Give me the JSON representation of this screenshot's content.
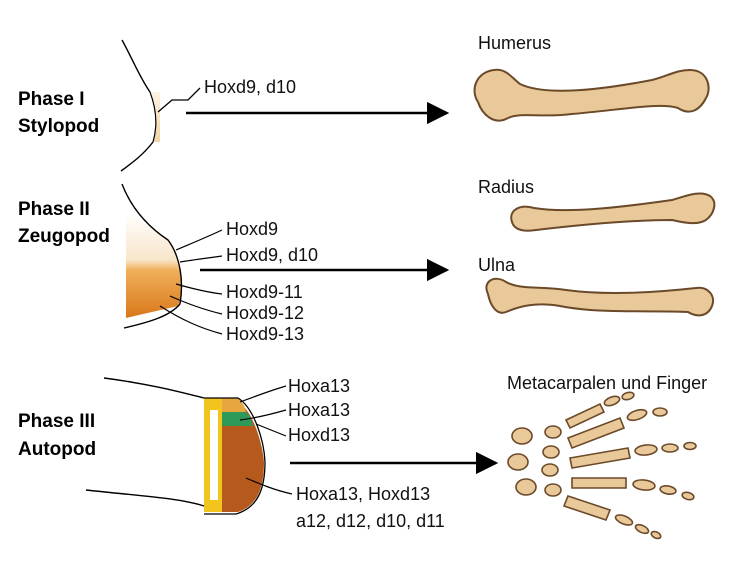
{
  "phases": [
    {
      "title": "Phase I",
      "subtitle": "Stylopod",
      "genes": [
        "Hoxd9, d10"
      ],
      "bones": [
        "Humerus"
      ]
    },
    {
      "title": "Phase II",
      "subtitle": "Zeugopod",
      "genes": [
        "Hoxd9",
        "Hoxd9, d10",
        "Hoxd9-11",
        "Hoxd9-12",
        "Hoxd9-13"
      ],
      "bones": [
        "Radius",
        "Ulna"
      ]
    },
    {
      "title": "Phase III",
      "subtitle": "Autopod",
      "genes": [
        "Hoxa13",
        "Hoxa13",
        "Hoxd13",
        "Hoxa13, Hoxd13",
        "a12, d12, d10, d11"
      ],
      "bones": [
        "Metacarpalen und Finger"
      ]
    }
  ],
  "colors": {
    "bone_fill": "#E9C99A",
    "bone_stroke": "#6B4A2A",
    "pale_tissue": "#F7E8D2",
    "orange_tissue": "#E08A1E",
    "yellow_tissue": "#F2C41E",
    "green_tissue": "#2E9A5A",
    "brown_tissue": "#B55A1C"
  }
}
